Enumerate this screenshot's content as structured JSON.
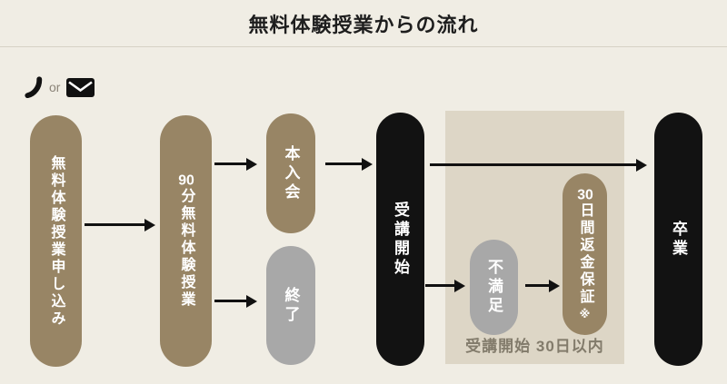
{
  "header": {
    "title": "無料体験授業からの流れ"
  },
  "contact": {
    "phone_icon": "phone-receiver-icon",
    "or_label": "or",
    "mail_icon": "envelope-icon"
  },
  "nodes": {
    "apply": {
      "label": "無料体験授業申し込み"
    },
    "trial": {
      "label": "90分無料体験授業"
    },
    "join": {
      "label": "本入会"
    },
    "finish": {
      "label": "終了"
    },
    "start": {
      "label": "受講開始"
    },
    "dissatisfied": {
      "label": "不満足"
    },
    "refund": {
      "label": "30日間返金保証",
      "note": "※"
    },
    "graduate": {
      "label": "卒業"
    }
  },
  "box": {
    "label": "受講開始 30日以内"
  },
  "colors": {
    "background": "#f0ede4",
    "brown": "#988565",
    "gray": "#a8a8a8",
    "black": "#121212",
    "box_bg": "#ddd6c6",
    "box_label_text": "#827b6b",
    "arrow": "#111111"
  }
}
